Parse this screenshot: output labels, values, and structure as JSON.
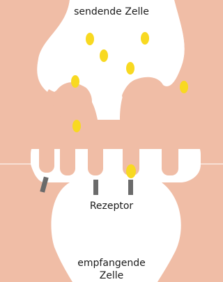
{
  "labels": {
    "sending_cell": "sendende Zelle",
    "receptor": "Rezeptor",
    "receiving_cell_line1": "empfangende",
    "receiving_cell_line2": "Zelle"
  },
  "colors": {
    "background": "#ffffff",
    "cell": "#f0bda6",
    "neurotransmitter": "#f8d921",
    "receptor": "#6b6b6b",
    "text": "#1a1a1a"
  }
}
